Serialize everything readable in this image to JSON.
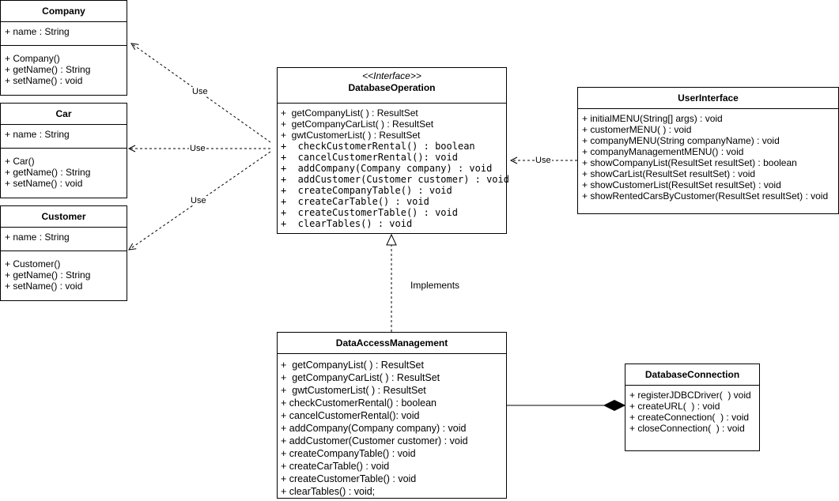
{
  "classes": {
    "company": {
      "name": "Company",
      "attributes": [
        "+ name : String"
      ],
      "methods": [
        "+ Company()",
        "+ getName() : String",
        "+ setName() : void"
      ]
    },
    "car": {
      "name": "Car",
      "attributes": [
        "+ name : String"
      ],
      "methods": [
        "+ Car()",
        "+ getName() : String",
        "+ setName() : void"
      ]
    },
    "customer": {
      "name": "Customer",
      "attributes": [
        "+ name : String"
      ],
      "methods": [
        "+ Customer()",
        "+ getName() : String",
        "+ setName() : void"
      ]
    },
    "database_operation": {
      "stereotype": "<<Interface>>",
      "name": "DatabaseOperation",
      "methods": [
        "+  getCompanyList( ) : ResultSet",
        "+  getCompanyCarList( ) : ResultSet",
        "+  gwtCustomerList( ) : ResultSet",
        "+  checkCustomerRental() : boolean",
        "+  cancelCustomerRental(): void",
        "+  addCompany(Company company) : void",
        "+  addCustomer(Customer customer) : void",
        "+  createCompanyTable() : void",
        "+  createCarTable() : void",
        "+  createCustomerTable() : void",
        "+  clearTables() : void"
      ]
    },
    "user_interface": {
      "name": "UserInterface",
      "methods": [
        "+ initialMENU(String[] args) : void",
        "+ customerMENU( ) : void",
        "+ companyMENU(String companyName) : void",
        "+ companyManagementMENU() : void",
        "+ showCompanyList(ResultSet resultSet) : boolean",
        "+ showCarList(ResultSet resultSet) : void",
        "+ showCustomerList(ResultSet resultSet) : void",
        "+ showRentedCarsByCustomer(ResultSet resultSet) : void"
      ]
    },
    "data_access_management": {
      "name": "DataAccessManagement",
      "methods": [
        "+  getCompanyList( ) : ResultSet",
        "+  getCompanyCarList( ) : ResultSet",
        "+  gwtCustomerList( ) : ResultSet",
        "+ checkCustomerRental() : boolean",
        "+ cancelCustomerRental(): void",
        "+ addCompany(Company company) : void",
        "+ addCustomer(Customer customer) : void",
        "+ createCompanyTable() : void",
        "+ createCarTable() : void",
        "+ createCustomerTable() : void",
        "+ clearTables() : void;"
      ]
    },
    "database_connection": {
      "name": "DatabaseConnection",
      "methods": [
        "+ registerJDBCDriver(  ) void",
        "+ createURL(  ) : void",
        "+ createConnection(  ) : void",
        "+ closeConnection(  ) : void"
      ]
    }
  },
  "relations": {
    "use_company": "Use",
    "use_car": "Use",
    "use_customer": "Use",
    "use_user_interface": "Use",
    "implements": "Implements"
  }
}
